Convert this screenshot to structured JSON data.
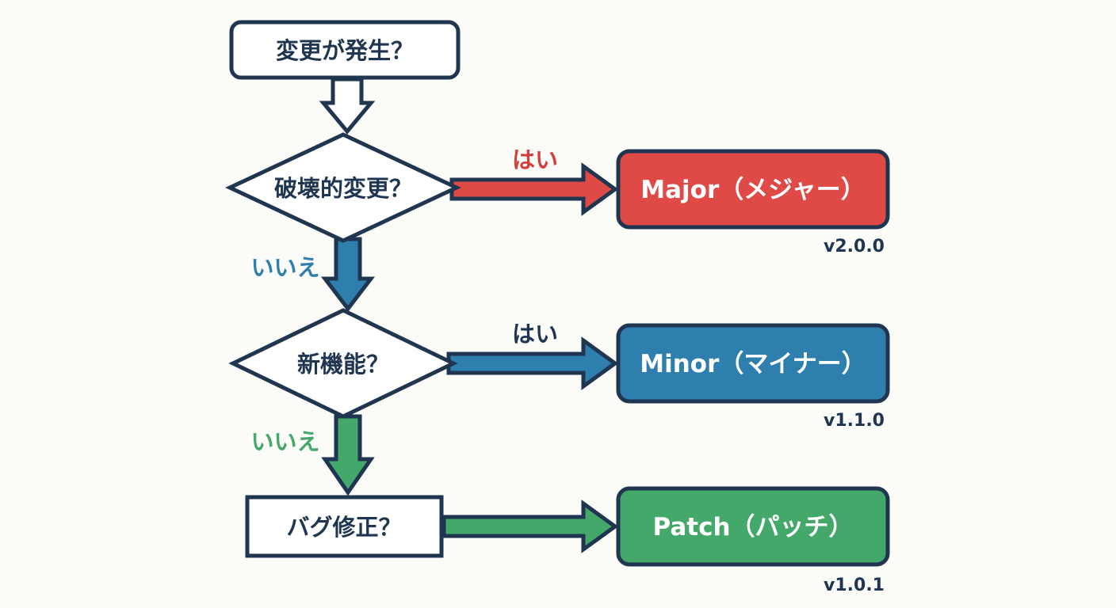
{
  "colors": {
    "outline": "#1f3550",
    "major": "#df4a47",
    "minor": "#2f7fae",
    "patch": "#43a86a",
    "background": "#fbfbf8"
  },
  "nodes": {
    "start": "変更が発生？",
    "breaking": "破壊的変更？",
    "feature": "新機能？",
    "bugfix": "バグ修正？"
  },
  "edges": {
    "breaking_yes": "はい",
    "breaking_no": "いいえ",
    "feature_yes": "はい",
    "feature_no": "いいえ"
  },
  "results": {
    "major": {
      "label": "Major（メジャー）",
      "version": "v2.0.0"
    },
    "minor": {
      "label": "Minor（マイナー）",
      "version": "v1.1.0"
    },
    "patch": {
      "label": "Patch（パッチ）",
      "version": "v1.0.1"
    }
  }
}
